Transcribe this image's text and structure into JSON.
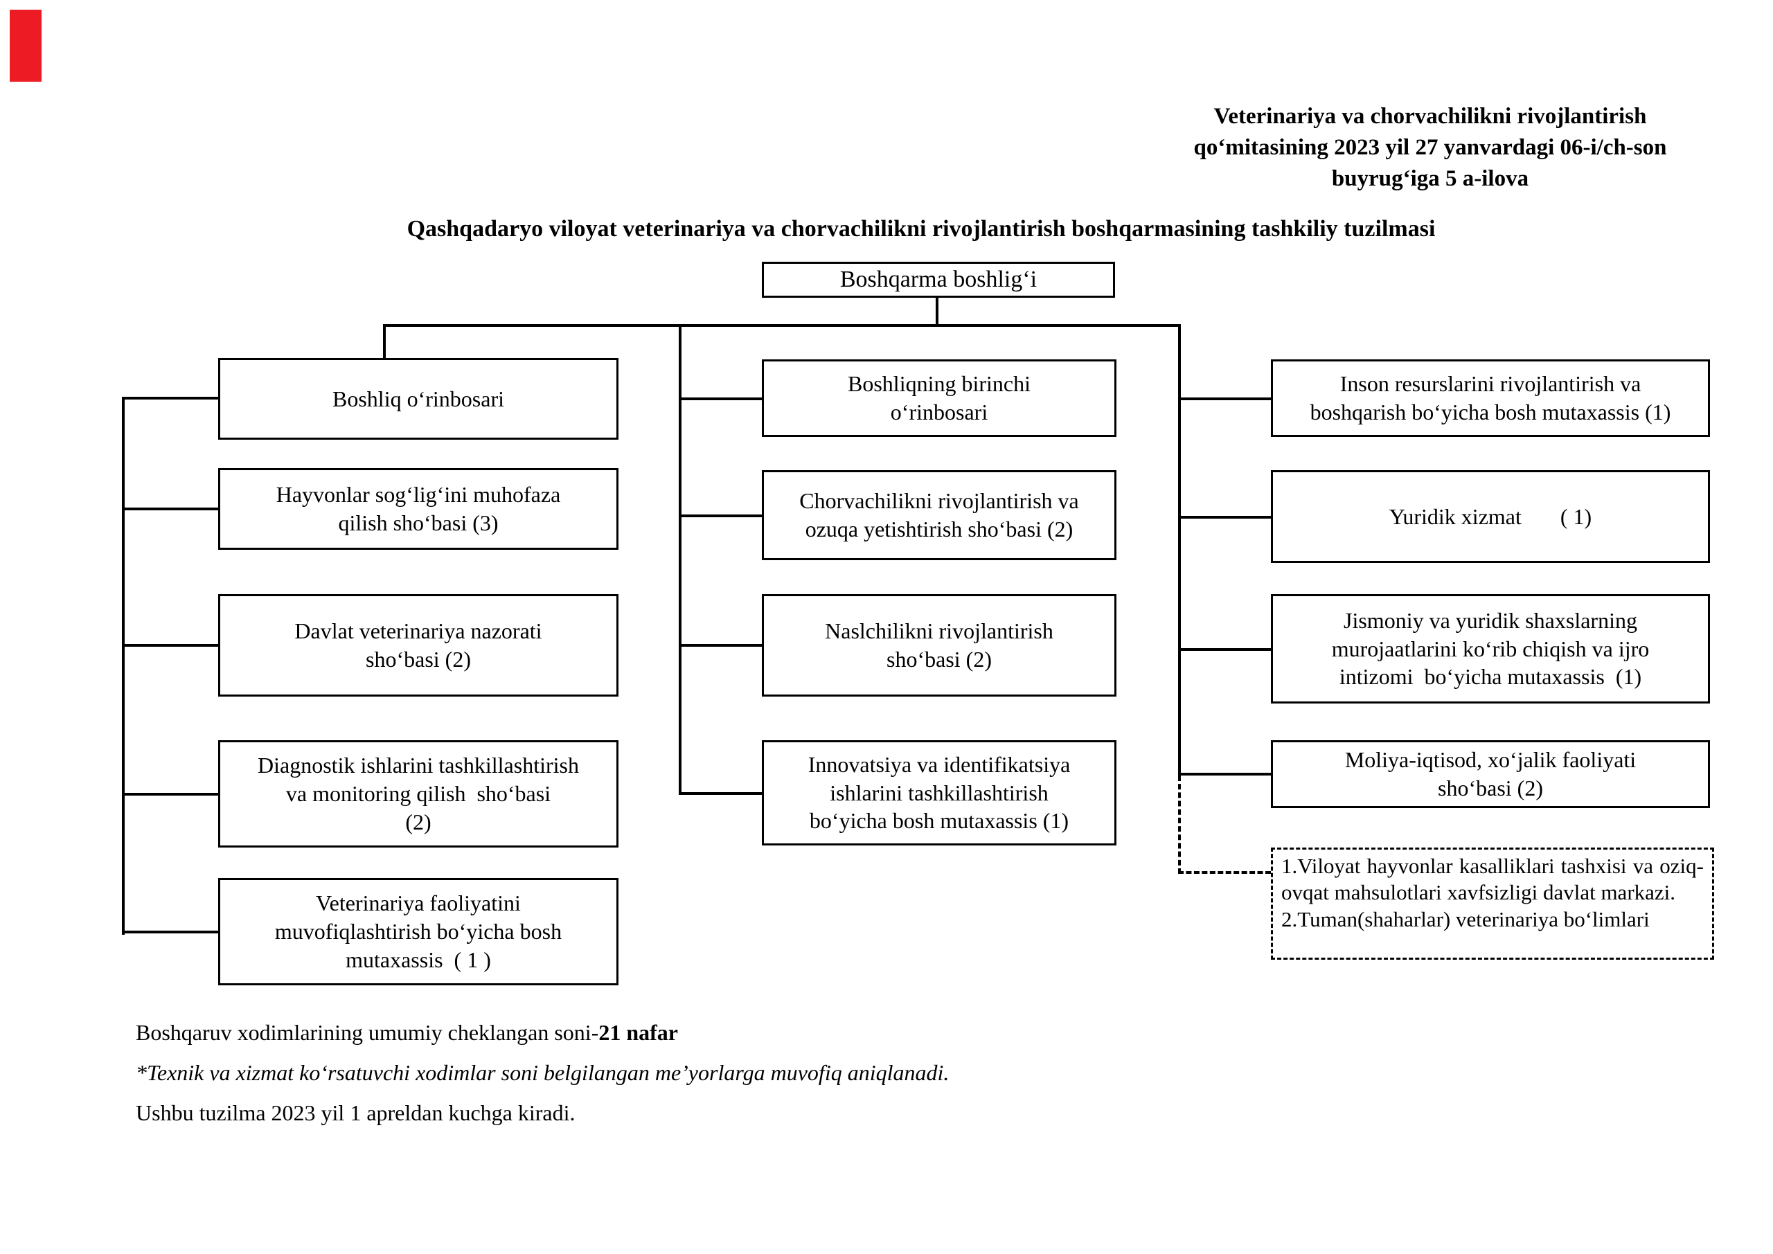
{
  "page": {
    "background": "#ffffff",
    "ink_color": "#000000",
    "corner_mark_color": "#ed1c24"
  },
  "header_note": {
    "lines": [
      "Veterinariya va chorvachilikni rivojlantirish",
      "qoʻmitasining 2023 yil 27 yanvardagi 06-i/ch-son",
      "buyrugʻiga 5 a-ilova"
    ]
  },
  "title": "Qashqadaryo viloyat veterinariya va chorvachilikni rivojlantirish boshqarmasining tashkiliy tuzilmasi",
  "org": {
    "root": "Boshqarma boshligʻi",
    "left_column": [
      "Boshliq oʻrinbosari",
      "Hayvonlar sogʻligʻini muhofaza\nqilish shoʻbasi (3)",
      "Davlat veterinariya nazorati\nshoʻbasi (2)",
      "Diagnostik ishlarini tashkillashtirish\nva monitoring qilish  shoʻbasi\n(2)",
      "Veterinariya faoliyatini\nmuvofiqlashtirish boʻyicha bosh\nmutaxassis  ( 1 )"
    ],
    "middle_column": [
      "Boshliqning birinchi\noʻrinbosari",
      "Chorvachilikni rivojlantirish va\nozuqa yetishtirish shoʻbasi (2)",
      "Naslchilikni rivojlantirish\nshoʻbasi (2)",
      "Innovatsiya va identifikatsiya\nishlarini tashkillashtirish\nboʻyicha bosh mutaxassis (1)"
    ],
    "right_column": [
      "Inson resurslarini rivojlantirish va\nboshqarish boʻyicha bosh mutaxassis (1)",
      "Yuridik xizmat       ( 1)",
      "Jismoniy va yuridik shaxslarning\nmurojaatlarini koʻrib chiqish va ijro\nintizomi  boʻyicha mutaxassis  (1)",
      "Moliya-iqtisod, xoʻjalik faoliyati\nshoʻbasi (2)"
    ],
    "dashed_note_items": [
      "1.Viloyat hayvonlar kasalliklari tashxisi va oziq-ovqat mahsulotlari xavfsizligi davlat markazi.",
      "2.Tuman(shaharlar) veterinariya boʻlimlari"
    ]
  },
  "footer": {
    "line1_prefix": "Boshqaruv xodimlarining umumiy cheklangan soni-",
    "line1_bold": "21 nafar",
    "line2": "*Texnik va xizmat koʻrsatuvchi xodimlar soni belgilangan meʼyorlarga muvofiq aniqlanadi.",
    "line3": "Ushbu tuzilma 2023 yil 1 apreldan kuchga kiradi."
  }
}
